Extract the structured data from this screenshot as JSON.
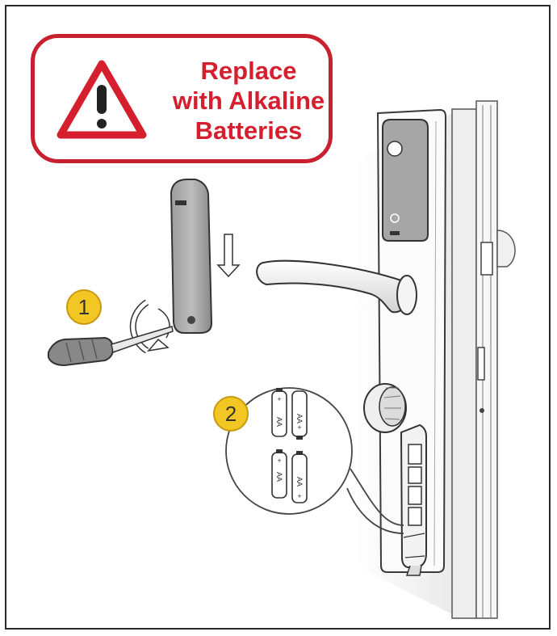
{
  "warning": {
    "line1": "Replace",
    "line2": "with Alkaline",
    "line3": "Batteries",
    "accent_color": "#d51f2f"
  },
  "steps": [
    {
      "number": "1"
    },
    {
      "number": "2"
    }
  ],
  "battery_label": "AA",
  "icons": [
    "warning-triangle-icon",
    "arrow-down-icon",
    "rotate-arrow-icon",
    "screwdriver-icon"
  ]
}
